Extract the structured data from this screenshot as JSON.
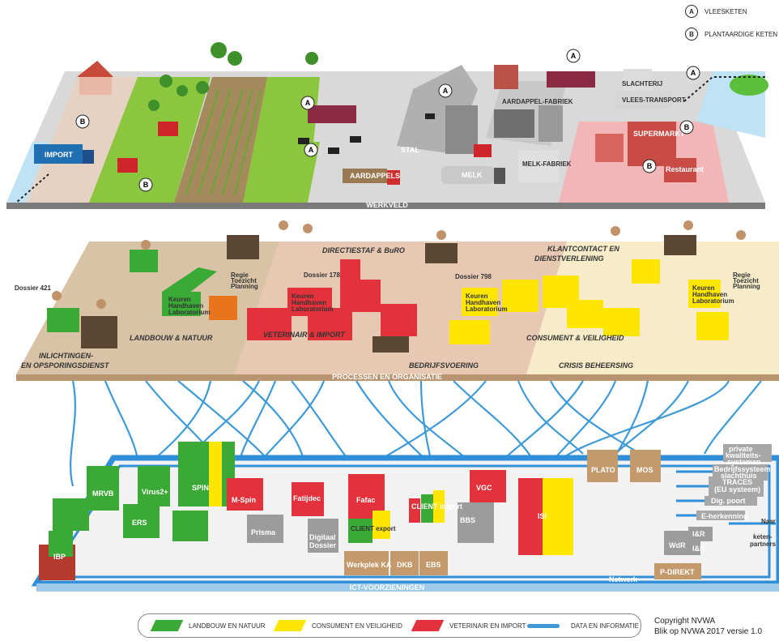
{
  "keys": [
    {
      "letter": "A",
      "label": "VLEESKETEN"
    },
    {
      "letter": "B",
      "label": "PLANTAARDIGE KETEN"
    }
  ],
  "layers": {
    "werkveld": "WERKVELD",
    "processen": "PROCESSEN EN ORGANISATIE",
    "ict": "ICT-VOORZIENINGEN"
  },
  "field_labels": {
    "import": "IMPORT",
    "aardappels": "AARDAPPELS",
    "melk": "MELK",
    "stal": "STAL",
    "vleestransport": "VLEES-TRANSPORT",
    "supermarkt": "SUPERMARKT",
    "slachterij": "SLACHTERIJ",
    "aardappelfabriek": "AARDAPPEL-FABRIEK",
    "melkfabriek": "MELK-FABRIEK",
    "restaurant": "Restaurant"
  },
  "departments": [
    "INLICHTINGEN-\nEN OPSPORINGSDIENST",
    "LANDBOUW & NATUUR",
    "DIRECTIESTAF & BuRO",
    "VETERINAIR & IMPORT",
    "BEDRIJFSVOERING",
    "KLANTCONTACT EN\nDIENSTVERLENING",
    "CONSUMENT & VEILIGHEID",
    "CRISIS BEHEERSING"
  ],
  "dossiers": [
    "Dossier 421",
    "Dossier 178",
    "Dossier 798"
  ],
  "process_stack": [
    "Keuren",
    "Handhaven",
    "Laboratorium"
  ],
  "regie": [
    "Regie",
    "Toezicht",
    "Planning"
  ],
  "ict_systems": {
    "green": [
      "IBP",
      "MRVB",
      "ERS",
      "Virus2+"
    ],
    "spin": "SPIN",
    "red": [
      "M-Spin",
      "Fatijdec",
      "Fafac"
    ],
    "grey": [
      "Prisma",
      "Digitaal Dossier",
      "BBS"
    ],
    "client_export": "CLIENT export",
    "client_import": "CLIENT import",
    "vgc": "VGC",
    "isi": "ISI",
    "plato": "PLATO",
    "mos": "MOS",
    "werkplek": "Werkplek KA",
    "dkb": "DKB",
    "ebs": "EBS",
    "wdr": "WdR",
    "ier1": "I&R",
    "ier2": "I&R",
    "pdirekt": "P-DIREKT",
    "network": "Netwerk"
  },
  "external": [
    "private kwaliteits-systemen",
    "Bedrijfssysteem slachthuis",
    "TRACES (EU systeem)",
    "Dig. poort",
    "E-herkenning"
  ],
  "naar": "Naar",
  "ketenpartners": "keten-partners",
  "legend": [
    {
      "label": "LANDBOUW EN NATUUR",
      "color": "#3aa935"
    },
    {
      "label": "CONSUMENT EN VEILIGHEID",
      "color": "#ffe600"
    },
    {
      "label": "VETERINAIR EN IMPORT",
      "color": "#e3323b"
    },
    {
      "label": "DATA EN INFORMATIE",
      "color": "#3d9ad6"
    }
  ],
  "copyright": "Copyright NVWA",
  "version": "Blik op NVWA 2017 versie 1.0"
}
